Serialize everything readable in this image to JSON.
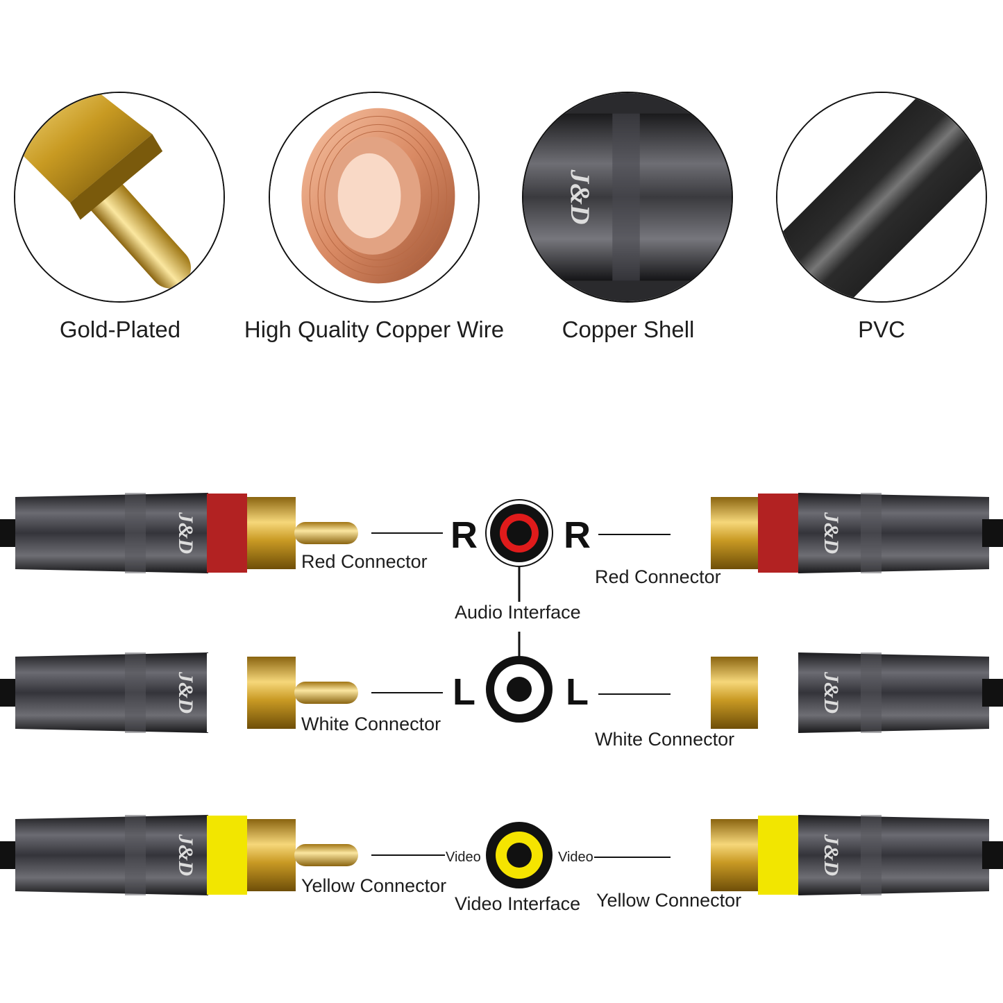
{
  "features": [
    {
      "label": "Gold-Plated",
      "icon": "gold-pin-icon"
    },
    {
      "label": "High Quality Copper Wire",
      "icon": "copper-coil-icon"
    },
    {
      "label": "Copper Shell",
      "icon": "metal-shell-icon"
    },
    {
      "label": "PVC",
      "icon": "pvc-cable-icon"
    }
  ],
  "brand": "J&D",
  "rows": [
    {
      "channel": "R",
      "ring_color": "#e01b1b",
      "collar_color": "#b22222",
      "left_label": "Red Connector",
      "right_label": "Red Connector"
    },
    {
      "channel": "L",
      "ring_color": "#ffffff",
      "collar_color": "#ffffff",
      "left_label": "White Connector",
      "right_label": "White Connector"
    },
    {
      "channel": "Video",
      "ring_color": "#f5e400",
      "collar_color": "#f2e600",
      "left_label": "Yellow Connector",
      "right_label": "Yellow Connector"
    }
  ],
  "interfaces": {
    "audio": "Audio Interface",
    "video": "Video Interface",
    "video_left_tag": "Video",
    "video_right_tag": "Video"
  },
  "colors": {
    "gold": "#d4a62a",
    "shell": "#3a3a3e",
    "copper": "#d98a64"
  }
}
